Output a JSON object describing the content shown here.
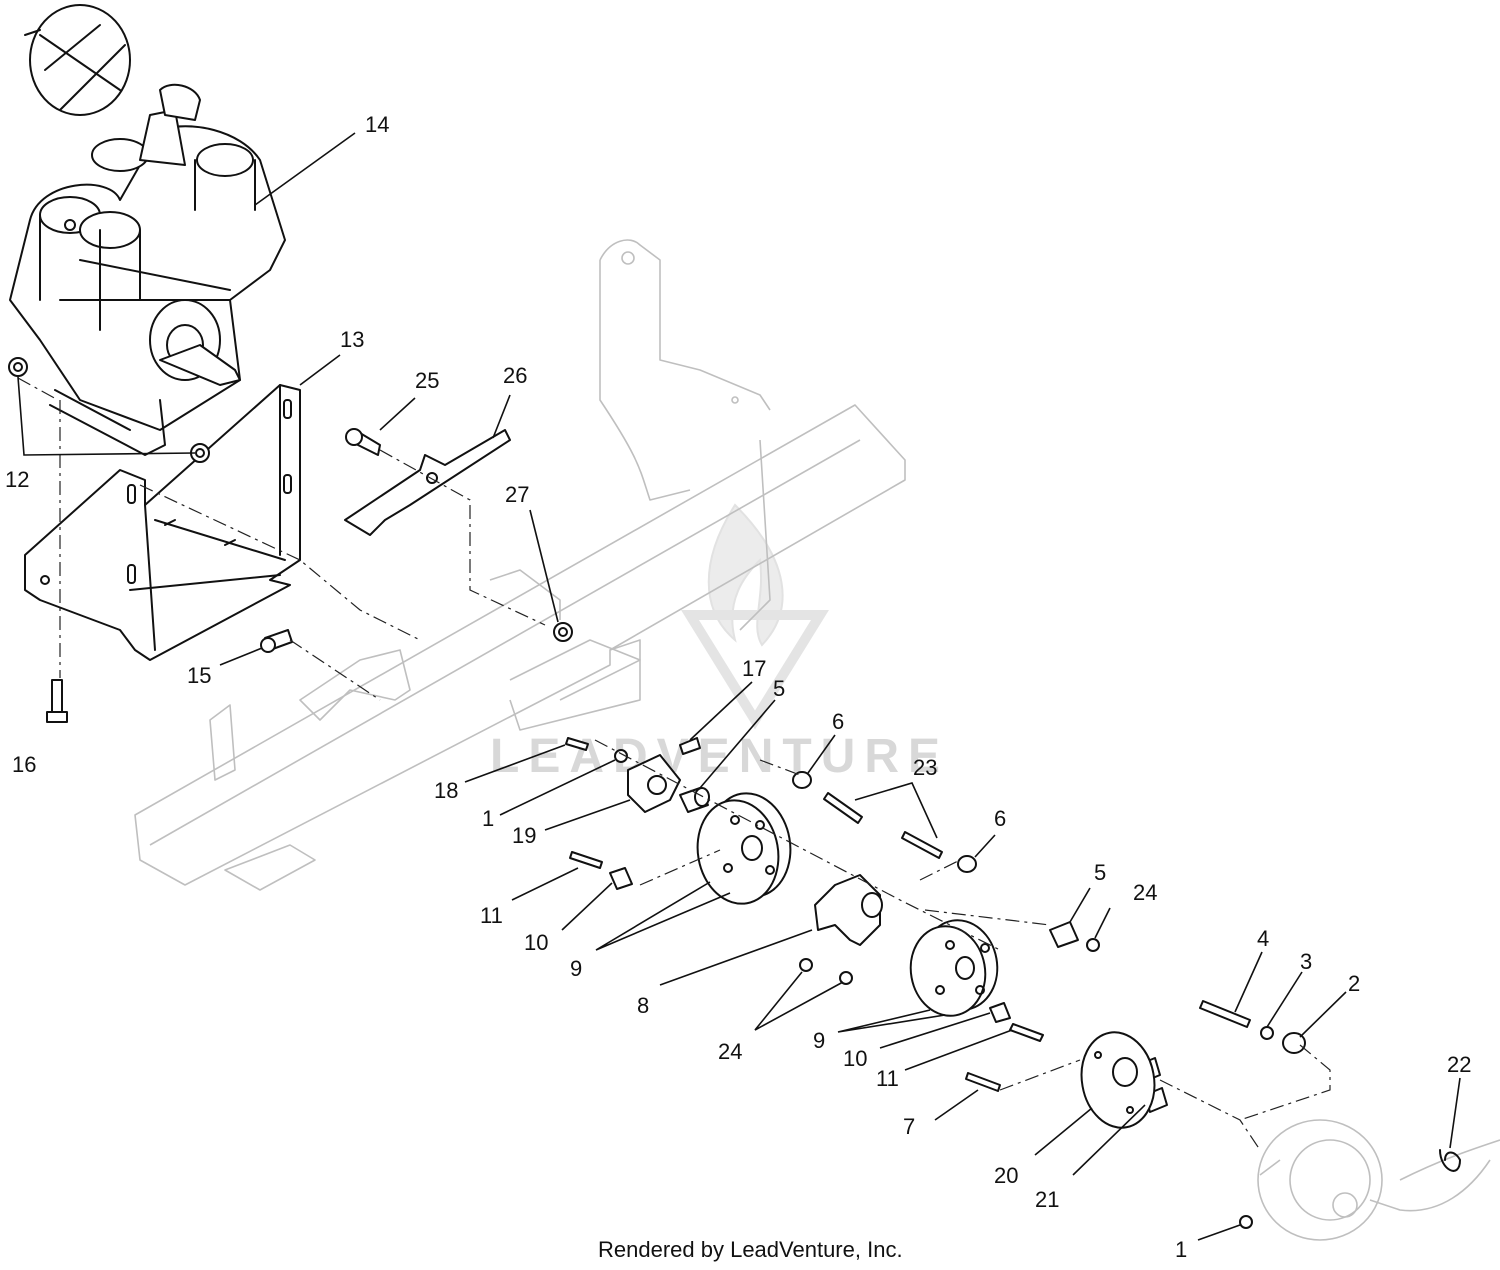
{
  "footer": {
    "credit": "Rendered by LeadVenture, Inc."
  },
  "watermark": {
    "text": "LEADVENTURE"
  },
  "callouts": [
    {
      "id": "c14",
      "label": "14"
    },
    {
      "id": "c13",
      "label": "13"
    },
    {
      "id": "c12",
      "label": "12"
    },
    {
      "id": "c25",
      "label": "25"
    },
    {
      "id": "c26",
      "label": "26"
    },
    {
      "id": "c27",
      "label": "27"
    },
    {
      "id": "c15",
      "label": "15"
    },
    {
      "id": "c16",
      "label": "16"
    },
    {
      "id": "c17",
      "label": "17"
    },
    {
      "id": "c5a",
      "label": "5"
    },
    {
      "id": "c6a",
      "label": "6"
    },
    {
      "id": "c23",
      "label": "23"
    },
    {
      "id": "c6b",
      "label": "6"
    },
    {
      "id": "c18",
      "label": "18"
    },
    {
      "id": "c1a",
      "label": "1"
    },
    {
      "id": "c19",
      "label": "19"
    },
    {
      "id": "c11a",
      "label": "11"
    },
    {
      "id": "c10a",
      "label": "10"
    },
    {
      "id": "c9a",
      "label": "9"
    },
    {
      "id": "c5b",
      "label": "5"
    },
    {
      "id": "c24a",
      "label": "24"
    },
    {
      "id": "c8",
      "label": "8"
    },
    {
      "id": "c24b",
      "label": "24"
    },
    {
      "id": "c9b",
      "label": "9"
    },
    {
      "id": "c10b",
      "label": "10"
    },
    {
      "id": "c11b",
      "label": "11"
    },
    {
      "id": "c4",
      "label": "4"
    },
    {
      "id": "c3",
      "label": "3"
    },
    {
      "id": "c2",
      "label": "2"
    },
    {
      "id": "c22",
      "label": "22"
    },
    {
      "id": "c7",
      "label": "7"
    },
    {
      "id": "c20",
      "label": "20"
    },
    {
      "id": "c21",
      "label": "21"
    },
    {
      "id": "c1b",
      "label": "1"
    }
  ]
}
